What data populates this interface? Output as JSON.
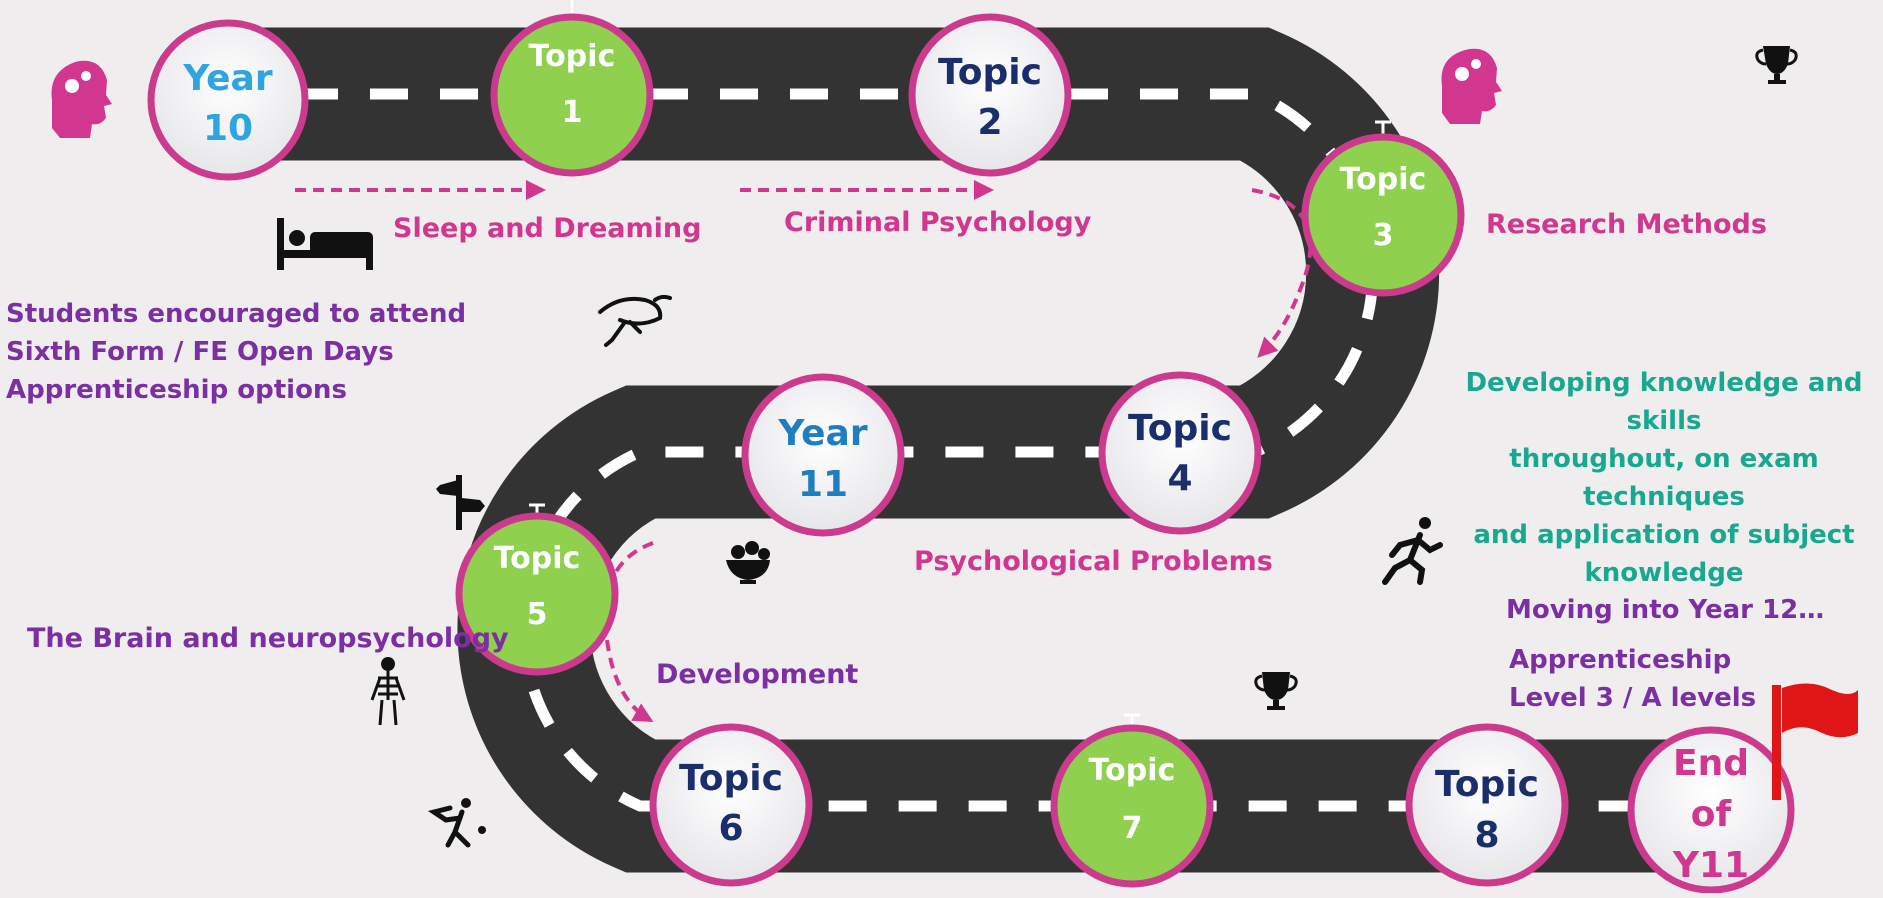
{
  "nodes": {
    "year10": {
      "line1": "Year",
      "line2": "10"
    },
    "topic1": {
      "line1": "Topic",
      "line2": "1"
    },
    "topic2": {
      "line1": "Topic",
      "line2": "2"
    },
    "topic3": {
      "line1": "Topic",
      "line2": "3"
    },
    "topic4": {
      "line1": "Topic",
      "line2": "4"
    },
    "year11": {
      "line1": "Year",
      "line2": "11"
    },
    "topic5": {
      "line1": "Topic",
      "line2": "5"
    },
    "topic6": {
      "line1": "Topic",
      "line2": "6"
    },
    "topic7": {
      "line1": "Topic",
      "line2": "7"
    },
    "topic8": {
      "line1": "Topic",
      "line2": "8"
    },
    "end": {
      "line1": "End",
      "line2": "of",
      "line3": "Y11"
    }
  },
  "topics": {
    "sleep": "Sleep and Dreaming",
    "criminal": "Criminal Psychology",
    "research": "Research Methods",
    "problems": "Psychological Problems",
    "brain": "The Brain and neuropsychology",
    "development": "Development"
  },
  "notes": {
    "open_days": "Students encouraged to attend\nSixth Form / FE Open Days\nApprenticeship options",
    "skills": "Developing knowledge and skills\nthroughout, on exam techniques\nand application of subject\nknowledge",
    "moving": "Moving into Year 12…",
    "options": "Apprenticeship\nLevel 3 / A levels"
  },
  "icons": [
    "brain-gear-icon",
    "bed-icon",
    "dreamer-icon",
    "trophy-icon",
    "signpost-icon",
    "fruit-bowl-icon",
    "runner-icon",
    "skeleton-icon",
    "cricket-player-icon",
    "finish-flag-icon"
  ],
  "colors": {
    "road": "#333333",
    "node_border": "#cc3a8e",
    "node_green": "#8fd14f",
    "node_white": "#ffffff",
    "year_blue": "#2fa5e0",
    "topic_navy": "#1a2e6b",
    "magenta": "#d1378f",
    "purple": "#7b2fa3",
    "teal": "#17a88f"
  }
}
